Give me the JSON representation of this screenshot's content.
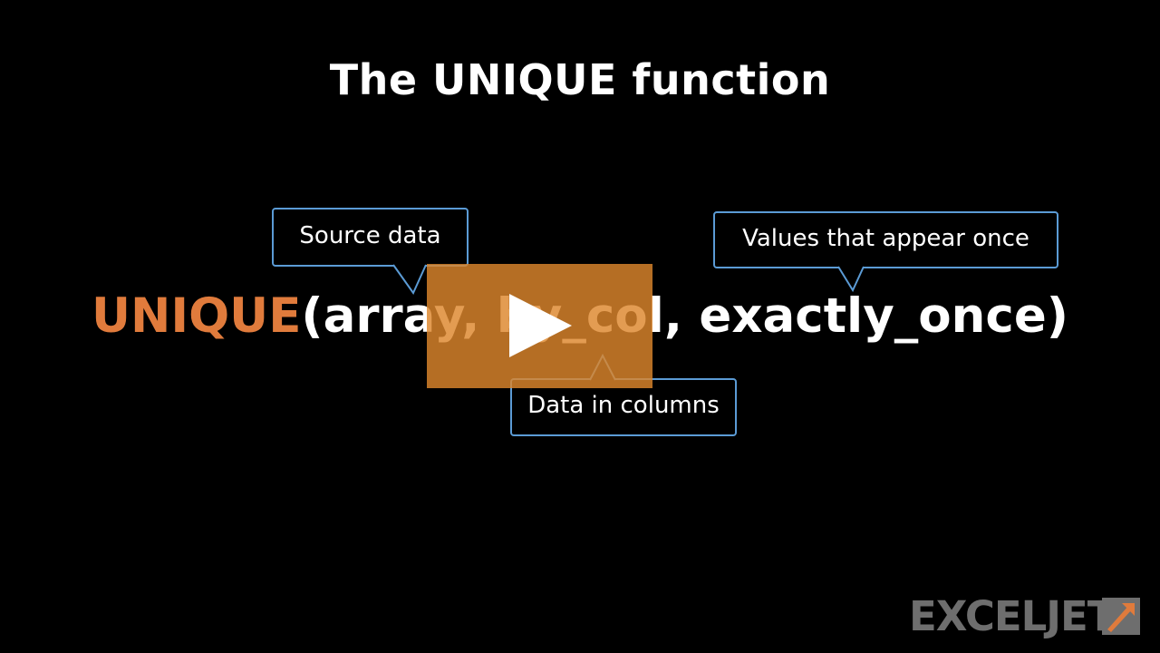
{
  "slide": {
    "title": "The UNIQUE function",
    "formula": {
      "function_name": "UNIQUE",
      "open_paren": "(",
      "arguments": "array, by_col, exactly_once",
      "close_paren": ")"
    }
  },
  "callouts": {
    "source_data": "Source data",
    "values_once": "Values that appear once",
    "data_columns": "Data in columns"
  },
  "player": {
    "play_button_label": "play-icon"
  },
  "branding": {
    "logo_text": "EXCELJET"
  },
  "colors": {
    "background": "#000000",
    "function_orange": "#e07b3c",
    "callout_blue": "#5b9bd5",
    "play_overlay": "#dd862c",
    "logo_gray": "#6e6e6e"
  }
}
